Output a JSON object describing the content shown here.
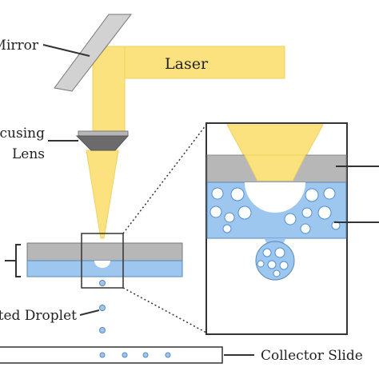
{
  "labels": {
    "mirror": "Mirror",
    "laser": "Laser",
    "focusing_line1": "Focusing",
    "focusing_line2": "Lens",
    "droplet": "Ejected Droplet",
    "collector": "Collector Slide"
  },
  "colors": {
    "laser_beam": "#fbe27f",
    "laser_edge": "#efd35a",
    "mirror_fill": "#d2d2d2",
    "lens_fill": "#6b6b6b",
    "glass_fill": "#b7b7b7",
    "gel_fill": "#9dc7ee",
    "bubble_fill": "#ffffff",
    "bubble_edge": "#4f8fd6",
    "line": "#333333"
  }
}
